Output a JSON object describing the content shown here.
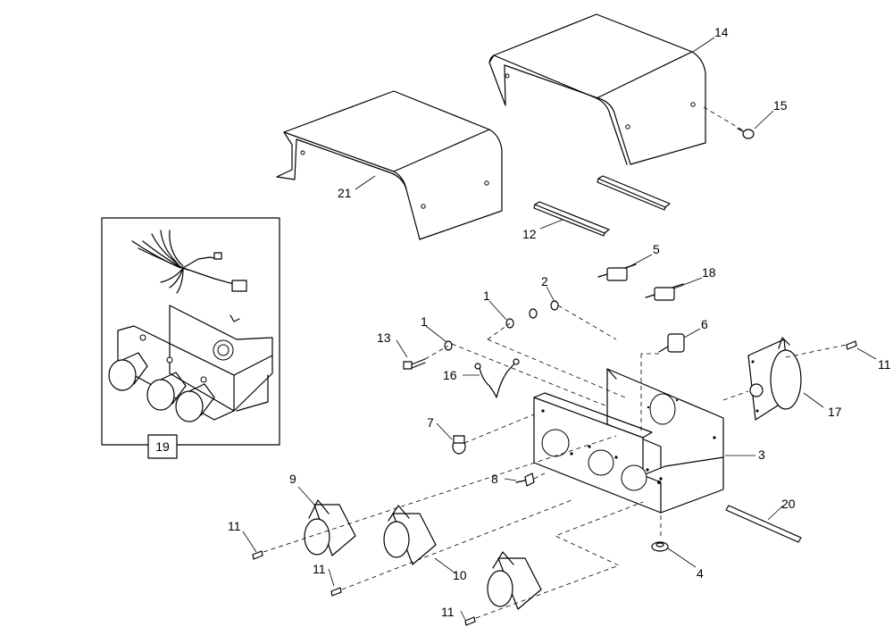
{
  "callouts": {
    "c1a": "1",
    "c1b": "1",
    "c2": "2",
    "c3": "3",
    "c4": "4",
    "c5": "5",
    "c6": "6",
    "c7": "7",
    "c8": "8",
    "c9": "9",
    "c10": "10",
    "c11a": "11",
    "c11b": "11",
    "c11c": "11",
    "c11d": "11",
    "c12": "12",
    "c13": "13",
    "c14": "14",
    "c15": "15",
    "c16": "16",
    "c17": "17",
    "c18": "18",
    "c19": "19",
    "c20": "20",
    "c21": "21"
  }
}
